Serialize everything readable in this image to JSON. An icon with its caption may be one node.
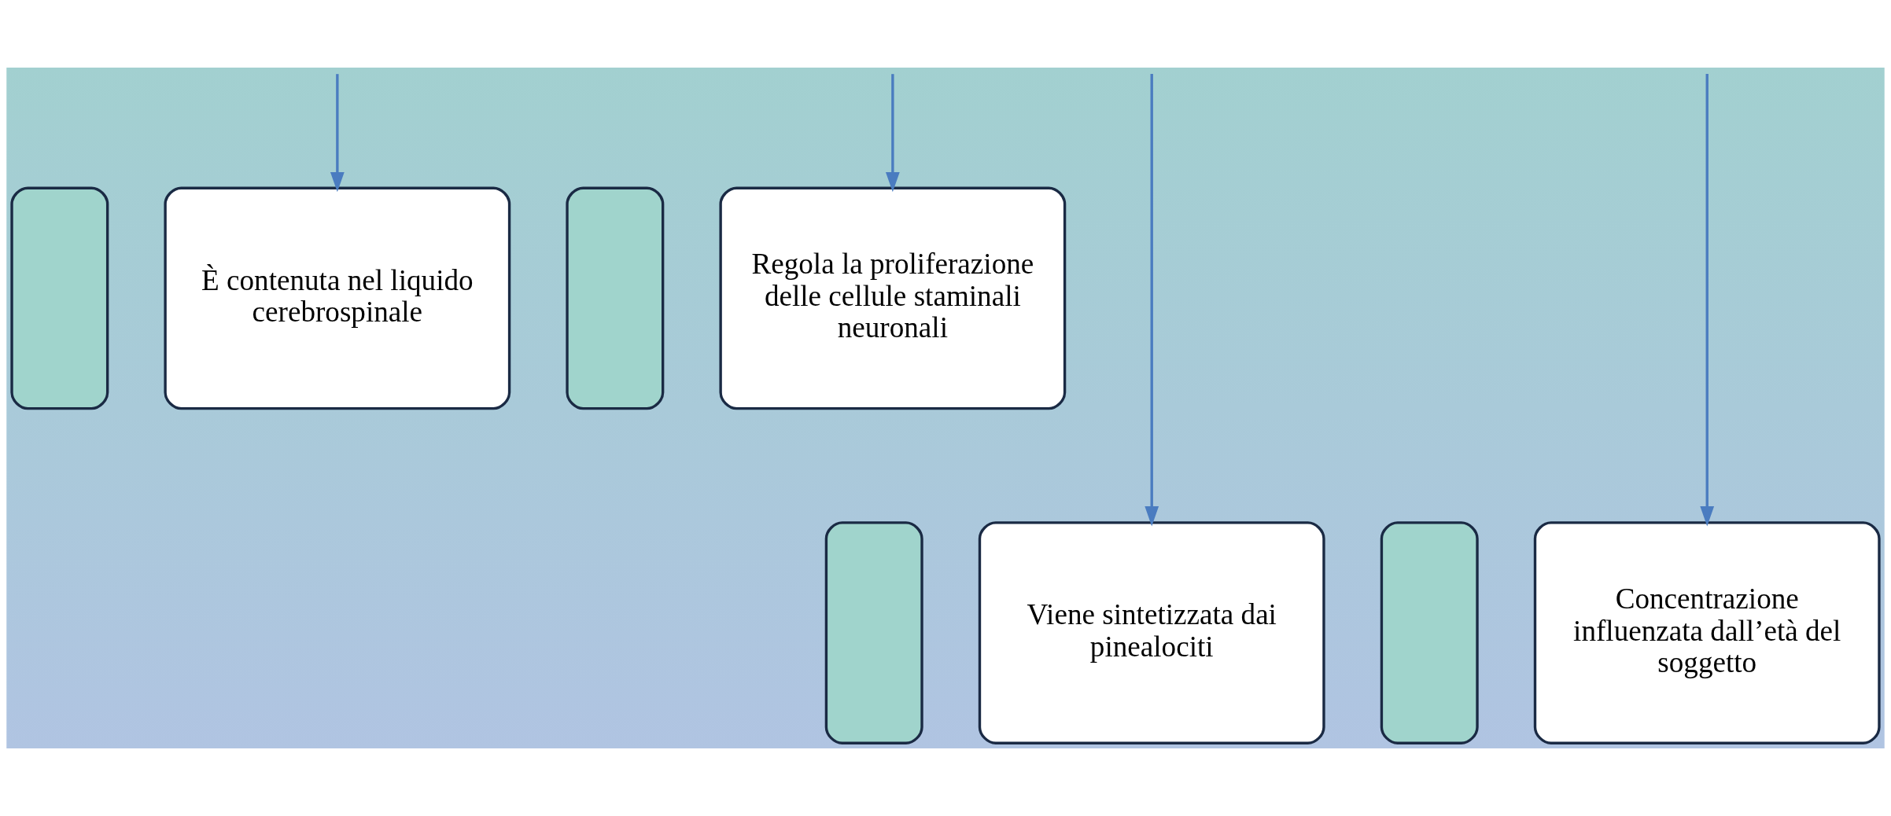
{
  "diagram": {
    "nodes": [
      {
        "text": [],
        "shape": "box"
      },
      {
        "text": [
          "È contenuta nel liquido cerebrospinale"
        ]
      },
      {
        "text": [],
        "shape": "box"
      },
      {
        "text": [
          "Regola la proliferazione delle cellule staminali neuronali"
        ]
      },
      {
        "text": [],
        "shape": "box"
      },
      {
        "text": [
          "Viene sintetizzata dai pinealociti"
        ]
      },
      {
        "text": [],
        "shape": "box"
      },
      {
        "text": [
          "Concentrazione influenzata dall’età del soggetto"
        ]
      }
    ],
    "edges": [
      {
        "from": null,
        "to": 1,
        "arrow": "to"
      },
      {
        "from": null,
        "to": 5,
        "arrow": "to"
      },
      {
        "from": null,
        "to": 7,
        "arrow": "to"
      },
      {
        "from": null,
        "to": 3,
        "arrow": "to"
      }
    ]
  }
}
